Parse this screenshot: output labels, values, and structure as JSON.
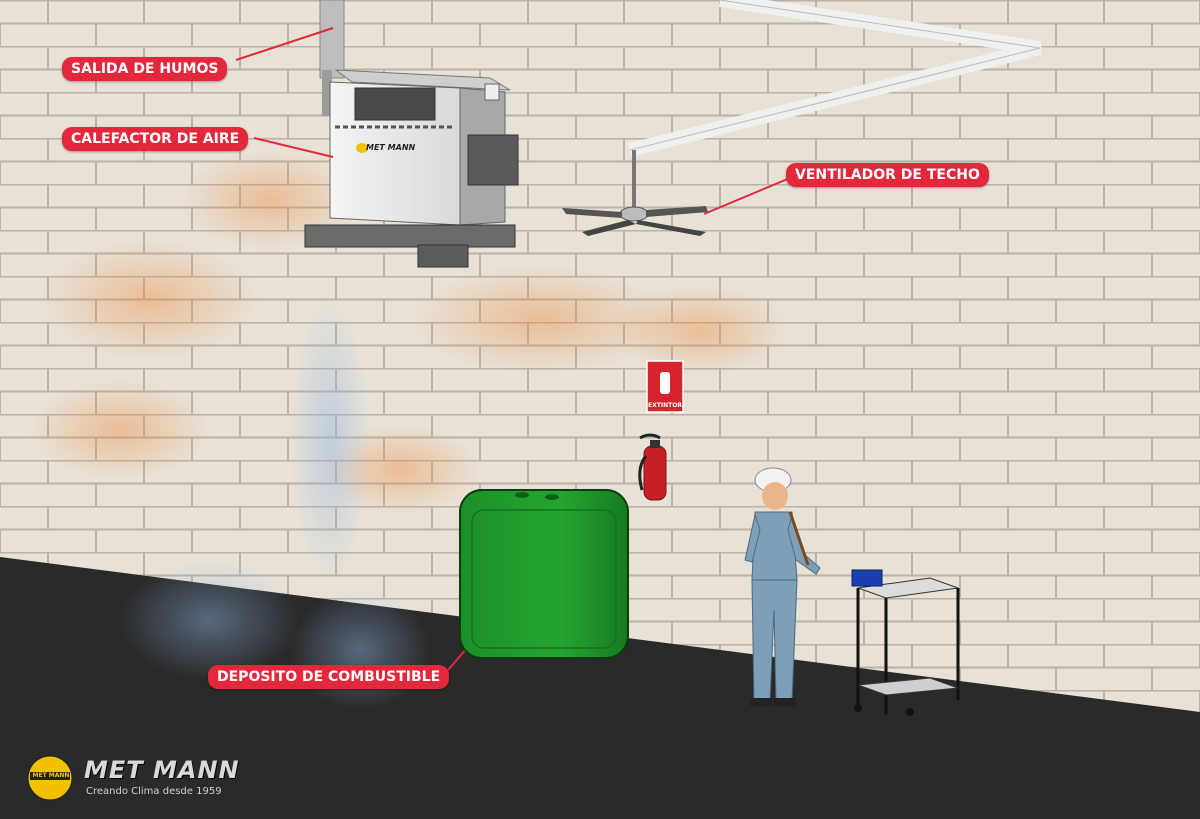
{
  "labels": {
    "salida": "SALIDA DE HUMOS",
    "calefactor": "CALEFACTOR DE AIRE",
    "ventilador": "VENTILADOR DE TECHO",
    "deposito": "DEPOSITO DE COMBUSTIBLE"
  },
  "sign": {
    "extintor": "EXTINTOR"
  },
  "heater": {
    "brand": "MET MANN"
  },
  "logo": {
    "badge": "MET MANN",
    "name": "MET MANN",
    "tagline": "Creando Clima desde 1959"
  },
  "colors": {
    "label_bg": "#e3283c",
    "tank": "#1f9a2a",
    "floor": "#2a2a2a",
    "wall": "#e6e0d6"
  }
}
